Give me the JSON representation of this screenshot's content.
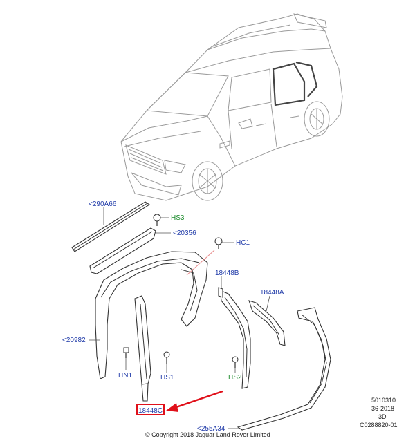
{
  "labels": {
    "ref_290A66": "<290A66",
    "ref_20356": "<20356",
    "ref_20982": "<20982",
    "ref_18448B": "18448B",
    "ref_18448A": "18448A",
    "ref_18448C": "18448C",
    "ref_255A34": "<255A34",
    "hs3": "HS3",
    "hc1": "HC1",
    "hn1": "HN1",
    "hs1": "HS1",
    "hs2": "HS2"
  },
  "meta": {
    "code1": "5010310",
    "code2": "36-2018",
    "code3": "3D",
    "code4": "C0288820-01",
    "copyright": "© Copyright 2018 Jaguar Land Rover Limited"
  },
  "colors": {
    "label_blue": "#1f3aa8",
    "label_green": "#1a8a2a",
    "highlight_red": "#e0101a",
    "callout_pink": "#e88a8a"
  }
}
